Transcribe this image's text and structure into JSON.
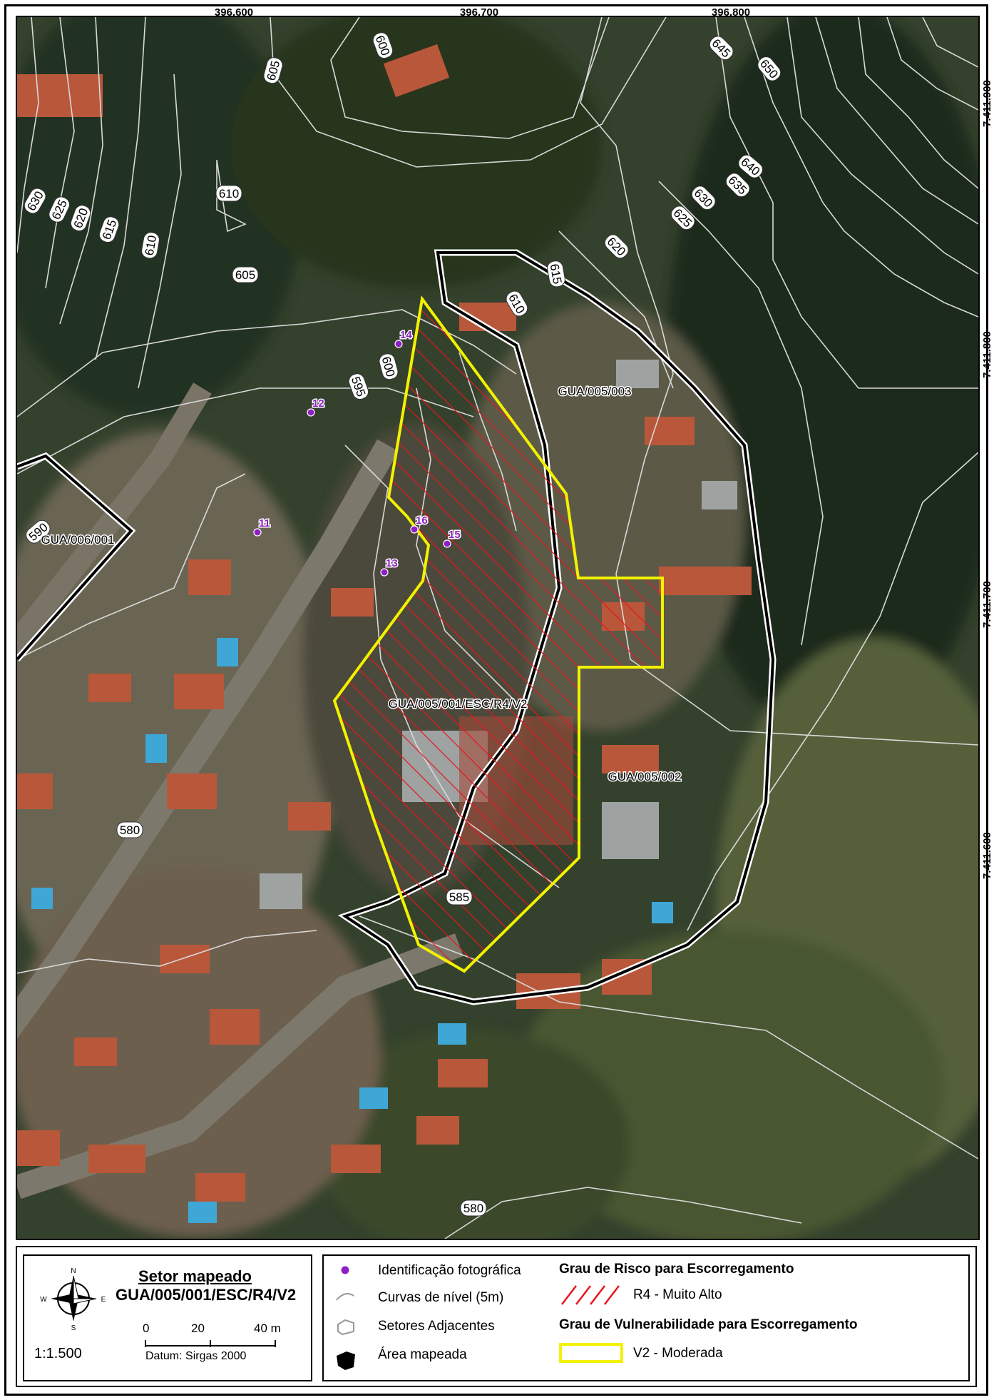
{
  "coords": {
    "easting": [
      "396,600",
      "396,700",
      "396,800"
    ],
    "northing": [
      "7.411.900",
      "7.411.800",
      "7.411.700",
      "7.411.600"
    ]
  },
  "contour_labels": [
    "600",
    "605",
    "610",
    "630",
    "625",
    "620",
    "615",
    "610",
    "605",
    "595",
    "600",
    "615",
    "610",
    "620",
    "625",
    "630",
    "635",
    "640",
    "645",
    "650",
    "590",
    "580",
    "585",
    "580"
  ],
  "sector_labels": {
    "main": "GUA/005/001/ESC/R4/V2",
    "adj_003": "GUA/005/003",
    "adj_002": "GUA/005/002",
    "adj_006": "GUA/006/001"
  },
  "photo_points": [
    "14",
    "12",
    "11",
    "16",
    "15",
    "13"
  ],
  "legend": {
    "north": {
      "n": "N",
      "s": "S",
      "e": "E",
      "w": "W"
    },
    "sector_title": "Setor mapeado",
    "sector_code": "GUA/005/001/ESC/R4/V2",
    "scale_ticks": [
      "0",
      "20",
      "40 m"
    ],
    "scale": "1:1.500",
    "datum": "Datum: Sirgas 2000",
    "items": {
      "photo": "Identificação fotográfica",
      "contours": "Curvas de nível (5m)",
      "adjacent": "Setores Adjacentes",
      "mapped": "Área mapeada"
    },
    "risk_title": "Grau de Risco para Escorregamento",
    "risk_item": "R4 - Muito Alto",
    "vuln_title": "Grau de Vulnerabilidade para Escorregamento",
    "vuln_item": "V2 - Moderada"
  },
  "colors": {
    "risk_hatch": "#e8141f",
    "vuln_outline": "#f2f200",
    "photo_point": "#8e1fc4",
    "mapped_outline": "#000000",
    "contour": "#d8d8d8"
  }
}
